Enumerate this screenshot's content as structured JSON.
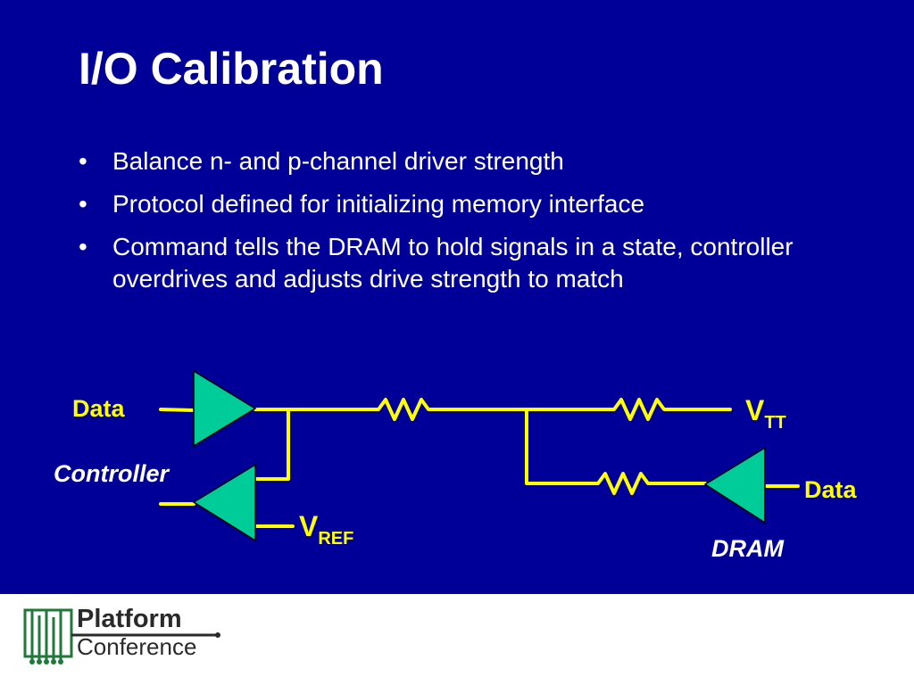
{
  "slide": {
    "title": "I/O Calibration",
    "bullets": [
      {
        "marker": "•",
        "text": "Balance n- and p-channel driver strength"
      },
      {
        "marker": "•",
        "text": "Protocol defined for initializing memory interface"
      },
      {
        "marker": "•",
        "text": "Command tells the DRAM to hold signals in a state, controller overdrives and adjusts drive strength to match"
      }
    ]
  },
  "diagram": {
    "labels": {
      "data_left": "Data",
      "controller": "Controller",
      "vref_main": "V",
      "vref_sub": "REF",
      "vtt_main": "V",
      "vtt_sub": "TT",
      "data_right": "Data",
      "dram": "DRAM"
    },
    "colors": {
      "background": "#000099",
      "wire": "#ffff00",
      "driver_fill": "#00cc99",
      "label": "#ffff00",
      "text": "#ffffff"
    }
  },
  "footer": {
    "logo_line1": "Platform",
    "logo_line2": "Conference",
    "logo_icon": "circuit-board-icon"
  }
}
